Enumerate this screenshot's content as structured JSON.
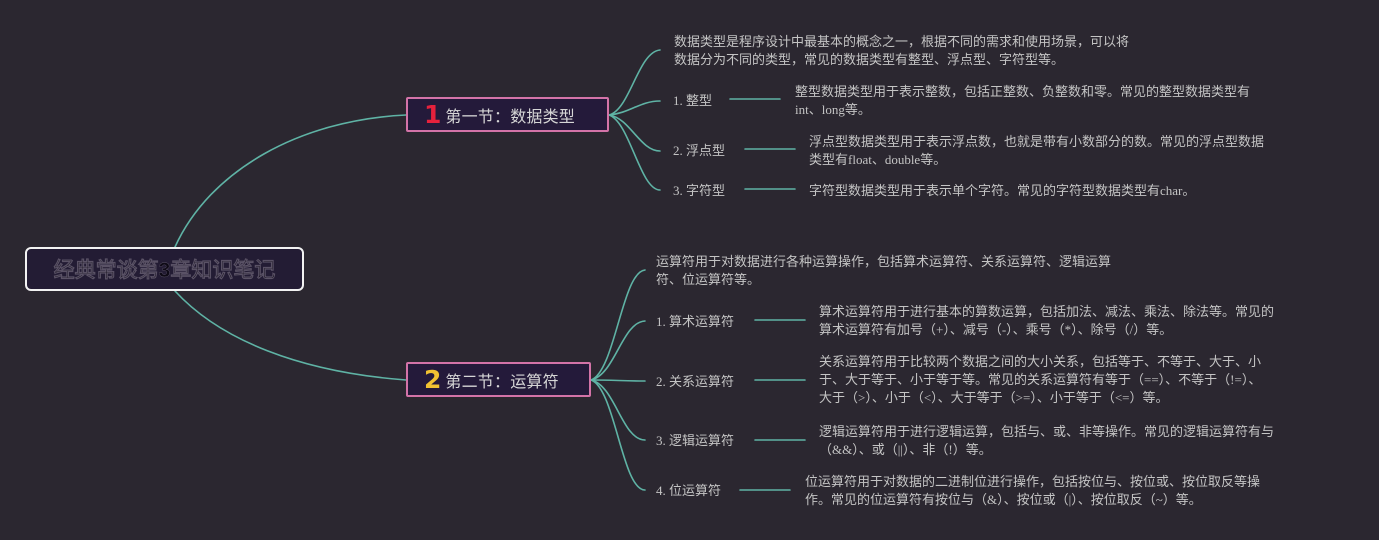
{
  "root": {
    "title": "经典常谈第3章知识笔记"
  },
  "sections": [
    {
      "number": "1",
      "number_color": "#e6213c",
      "title": "第一节：数据类型",
      "intro": [
        "数据类型是程序设计中最基本的概念之一，根据不同的需求和使用场景，可以将",
        "数据分为不同的类型，常见的数据类型有整型、浮点型、字符型等。"
      ],
      "items": [
        {
          "label": "1. 整型",
          "desc": [
            "整型数据类型用于表示整数，包括正整数、负整数和零。常见的整型数据类型有",
            "int、long等。"
          ]
        },
        {
          "label": "2. 浮点型",
          "desc": [
            "浮点型数据类型用于表示浮点数，也就是带有小数部分的数。常见的浮点型数据",
            "类型有float、double等。"
          ]
        },
        {
          "label": "3. 字符型",
          "desc": [
            "字符型数据类型用于表示单个字符。常见的字符型数据类型有char。"
          ]
        }
      ]
    },
    {
      "number": "2",
      "number_color": "#f1c232",
      "title": "第二节：运算符",
      "intro": [
        "运算符用于对数据进行各种运算操作，包括算术运算符、关系运算符、逻辑运算",
        "符、位运算符等。"
      ],
      "items": [
        {
          "label": "1. 算术运算符",
          "desc": [
            "算术运算符用于进行基本的算数运算，包括加法、减法、乘法、除法等。常见的",
            "算术运算符有加号（+）、减号（-）、乘号（*）、除号（/）等。"
          ]
        },
        {
          "label": "2. 关系运算符",
          "desc": [
            "关系运算符用于比较两个数据之间的大小关系，包括等于、不等于、大于、小",
            "于、大于等于、小于等于等。常见的关系运算符有等于（==）、不等于（!=）、",
            "大于（>）、小于（<）、大于等于（>=）、小于等于（<=）等。"
          ]
        },
        {
          "label": "3. 逻辑运算符",
          "desc": [
            "逻辑运算符用于进行逻辑运算，包括与、或、非等操作。常见的逻辑运算符有与",
            "（&&）、或（||）、非（!）等。"
          ]
        },
        {
          "label": "4. 位运算符",
          "desc": [
            "位运算符用于对数据的二进制位进行操作，包括按位与、按位或、按位取反等操",
            "作。常见的位运算符有按位与（&）、按位或（|）、按位取反（~）等。"
          ]
        }
      ]
    }
  ],
  "colors": {
    "background": "#2b2730",
    "connector": "#5fb3a5",
    "section_border": "#d373a8",
    "root_border": "#f2f2f2"
  }
}
